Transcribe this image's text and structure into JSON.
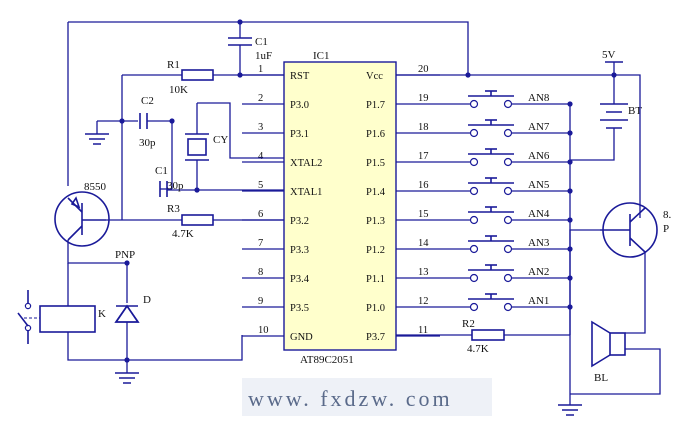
{
  "chip": {
    "ref": "IC1",
    "part": "AT89C2051",
    "left_pins": [
      {
        "num": "1",
        "name": "RST"
      },
      {
        "num": "2",
        "name": "P3.0"
      },
      {
        "num": "3",
        "name": "P3.1"
      },
      {
        "num": "4",
        "name": "XTAL2"
      },
      {
        "num": "5",
        "name": "XTAL1"
      },
      {
        "num": "6",
        "name": "P3.2"
      },
      {
        "num": "7",
        "name": "P3.3"
      },
      {
        "num": "8",
        "name": "P3.4"
      },
      {
        "num": "9",
        "name": "P3.5"
      },
      {
        "num": "10",
        "name": "GND"
      }
    ],
    "right_pins": [
      {
        "num": "20",
        "name": "Vcc"
      },
      {
        "num": "19",
        "name": "P1.7"
      },
      {
        "num": "18",
        "name": "P1.6"
      },
      {
        "num": "17",
        "name": "P1.5"
      },
      {
        "num": "16",
        "name": "P1.4"
      },
      {
        "num": "15",
        "name": "P1.3"
      },
      {
        "num": "14",
        "name": "P1.2"
      },
      {
        "num": "13",
        "name": "P1.1"
      },
      {
        "num": "12",
        "name": "P1.0"
      },
      {
        "num": "11",
        "name": "P3.7"
      }
    ],
    "color": "#ffffcc"
  },
  "components": {
    "c1_top": {
      "name": "C1",
      "value": "1uF"
    },
    "r1": {
      "name": "R1",
      "value": "10K"
    },
    "c2": {
      "name": "C2",
      "value": "30p"
    },
    "cy": {
      "name": "CY"
    },
    "c1_xtal": {
      "name": "C1",
      "value": "30p"
    },
    "r3": {
      "name": "R3",
      "value": "4.7K"
    },
    "r2": {
      "name": "R2",
      "value": "4.7K"
    },
    "q_left": {
      "name": "8550",
      "type": "PNP"
    },
    "q_right": {
      "name": "8.",
      "type": "P"
    },
    "diode": {
      "name": "D"
    },
    "relay": {
      "name": "K"
    },
    "battery": {
      "name": "BT",
      "voltage": "5V"
    },
    "buzzer": {
      "name": "BL"
    },
    "buttons": [
      "AN8",
      "AN7",
      "AN6",
      "AN5",
      "AN4",
      "AN3",
      "AN2",
      "AN1"
    ]
  },
  "watermark": "www. fxdzw. com",
  "wire_color": "#1a1a99"
}
